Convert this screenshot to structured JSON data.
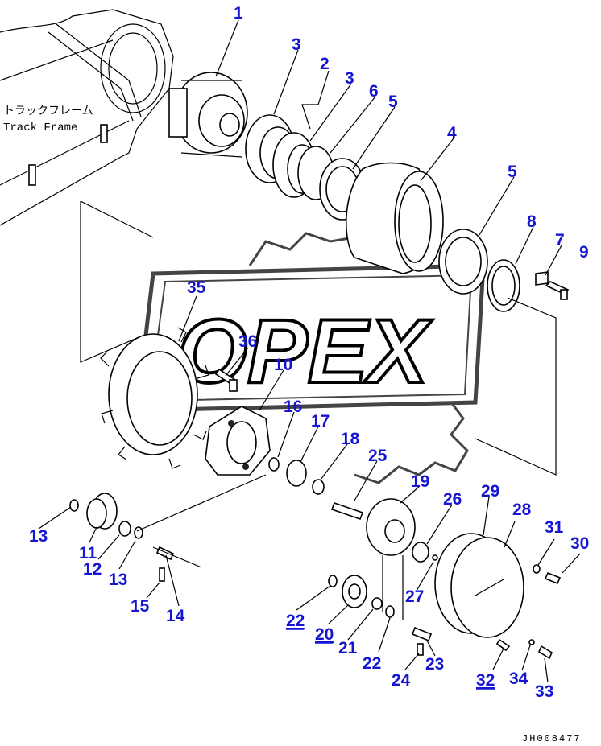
{
  "frame_label_jp": "トラックフレーム",
  "frame_label_en": "Track Frame",
  "watermark": "OPEX",
  "drawing_code": "JH008477",
  "callouts": [
    "1",
    "2",
    "3",
    "3",
    "4",
    "5",
    "5",
    "6",
    "7",
    "8",
    "9",
    "10",
    "11",
    "12",
    "13",
    "13",
    "14",
    "15",
    "16",
    "17",
    "18",
    "19",
    "20",
    "21",
    "22",
    "22",
    "23",
    "24",
    "25",
    "26",
    "27",
    "28",
    "29",
    "30",
    "31",
    "32",
    "33",
    "34",
    "35",
    "36"
  ],
  "underlined_callouts": [
    "20",
    "22",
    "32"
  ],
  "colors": {
    "callout": "#1414d2",
    "lines": "#000000",
    "background": "#ffffff"
  }
}
